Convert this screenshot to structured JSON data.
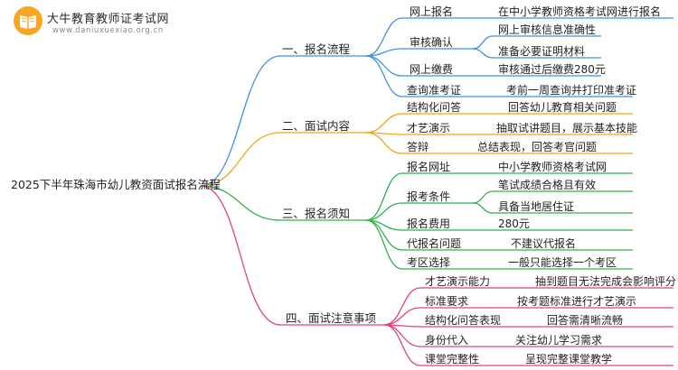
{
  "logo": {
    "title": "大牛教育教师证考试网",
    "url": "www.daniuxuexiao.org.cn",
    "icon": "book-icon"
  },
  "mindmap": {
    "root": "2025下半年珠海市幼儿教资面试报名流程",
    "branches": [
      {
        "label": "一、报名流程",
        "color": "#3f8fe4",
        "children": [
          {
            "label": "网上报名",
            "leaves": [
              "在中小学教师资格考试网进行报名"
            ]
          },
          {
            "label": "审核确认",
            "leaves": [
              "网上审核信息准确性",
              "准备必要证明材料"
            ]
          },
          {
            "label": "网上缴费",
            "leaves": [
              "审核通过后缴费280元"
            ]
          },
          {
            "label": "查询准考证",
            "leaves": [
              "考前一周查询并打印准考证"
            ]
          }
        ]
      },
      {
        "label": "二、面试内容",
        "color": "#f2a516",
        "children": [
          {
            "label": "结构化问答",
            "leaves": [
              "回答幼儿教育相关问题"
            ]
          },
          {
            "label": "才艺演示",
            "leaves": [
              "抽取试讲题目，展示基本技能"
            ]
          },
          {
            "label": "答辩",
            "leaves": [
              "总结表现，回答考官问题"
            ]
          }
        ]
      },
      {
        "label": "三、报名须知",
        "color": "#2fb34a",
        "children": [
          {
            "label": "报名网址",
            "leaves": [
              "中小学教师资格考试网"
            ]
          },
          {
            "label": "报考条件",
            "leaves": [
              "笔试成绩合格且有效",
              "具备当地居住证"
            ]
          },
          {
            "label": "报名费用",
            "leaves": [
              "280元"
            ]
          },
          {
            "label": "代报名问题",
            "leaves": [
              "不建议代报名"
            ]
          },
          {
            "label": "考区选择",
            "leaves": [
              "一般只能选择一个考区"
            ]
          }
        ]
      },
      {
        "label": "四、面试注意事项",
        "color": "#e5407a",
        "children": [
          {
            "label": "才艺演示能力",
            "leaves": [
              "抽到题目无法完成会影响评分"
            ]
          },
          {
            "label": "标准要求",
            "leaves": [
              "按考题标准进行才艺演示"
            ]
          },
          {
            "label": "结构化问答表现",
            "leaves": [
              "回答需清晰流畅"
            ]
          },
          {
            "label": "身份代入",
            "leaves": [
              "关注幼儿学习需求"
            ]
          },
          {
            "label": "课堂完整性",
            "leaves": [
              "呈现完整课堂教学"
            ]
          }
        ]
      }
    ]
  }
}
